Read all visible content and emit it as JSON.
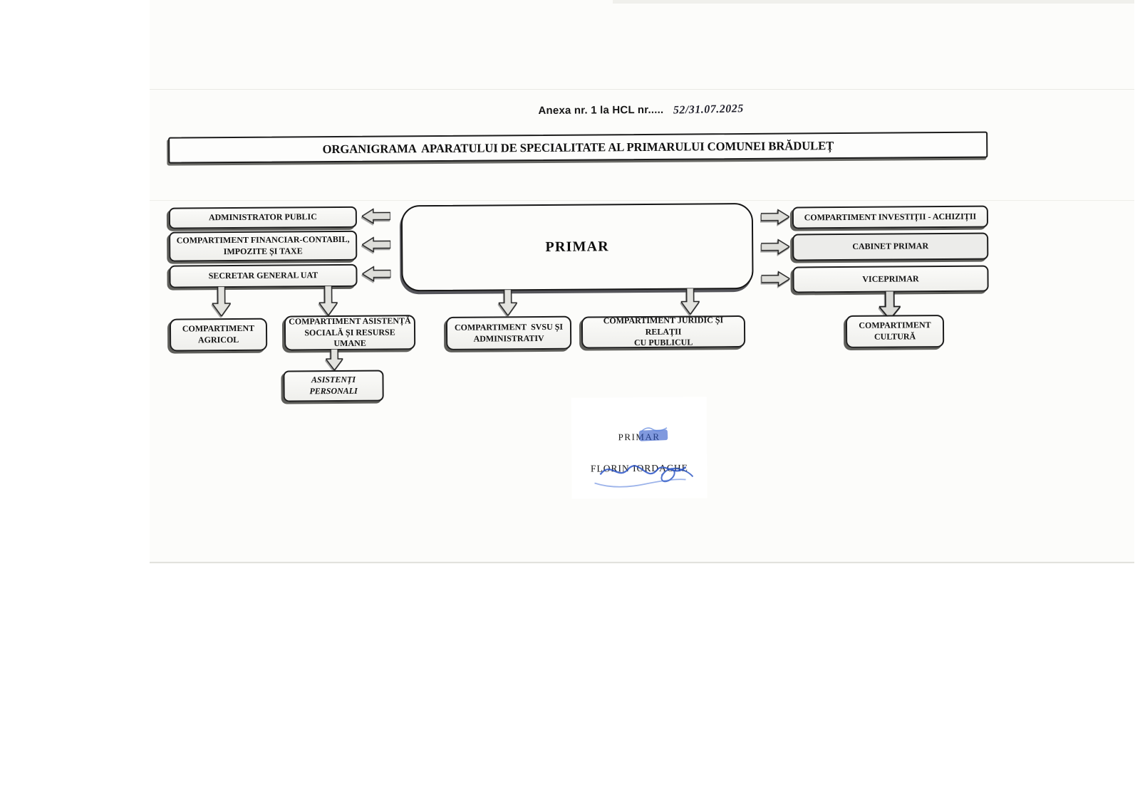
{
  "header": {
    "annex_label": "Anexa nr. 1 la HCL nr.....",
    "annex_number": "52/31.07.2025",
    "title": "ORGANIGRAMA  APARATULUI DE SPECIALITATE AL PRIMARULUI COMUNEI BRĂDULEȚ"
  },
  "chart": {
    "root": {
      "label": "PRIMAR"
    },
    "left_column": [
      {
        "label": "ADMINISTRATOR PUBLIC"
      },
      {
        "label": "COMPARTIMENT FINANCIAR-CONTABIL,\nIMPOZITE ȘI TAXE"
      },
      {
        "label": "SECRETAR GENERAL UAT"
      }
    ],
    "right_column": [
      {
        "label": "COMPARTIMENT INVESTIȚII - ACHIZIȚII"
      },
      {
        "label": "CABINET PRIMAR"
      },
      {
        "label": "VICEPRIMAR"
      }
    ],
    "secretar_reports": [
      {
        "label": "COMPARTIMENT\nAGRICOL"
      },
      {
        "label": "COMPARTIMENT ASISTENȚĂ\nSOCIALĂ ȘI RESURSE UMANE"
      }
    ],
    "primar_reports": [
      {
        "label": "COMPARTIMENT  SVSU ȘI\nADMINISTRATIV"
      },
      {
        "label": "COMPARTIMENT JURIDIC ȘI RELAȚII\nCU PUBLICUL"
      }
    ],
    "viceprimar_reports": [
      {
        "label": "COMPARTIMENT\nCULTURĂ"
      }
    ],
    "social_reports": [
      {
        "label": "ASISTENȚI PERSONALI"
      }
    ]
  },
  "signature": {
    "role": "PRIMAR",
    "name": "FLORIN IORDACHE"
  },
  "colors": {
    "box_border": "#1d1d1d",
    "box_fill": "#f6f6f3",
    "arrow_fill": "#dededa",
    "shadow": "#5f5f5b",
    "signature_ink": "#2b55c8"
  }
}
